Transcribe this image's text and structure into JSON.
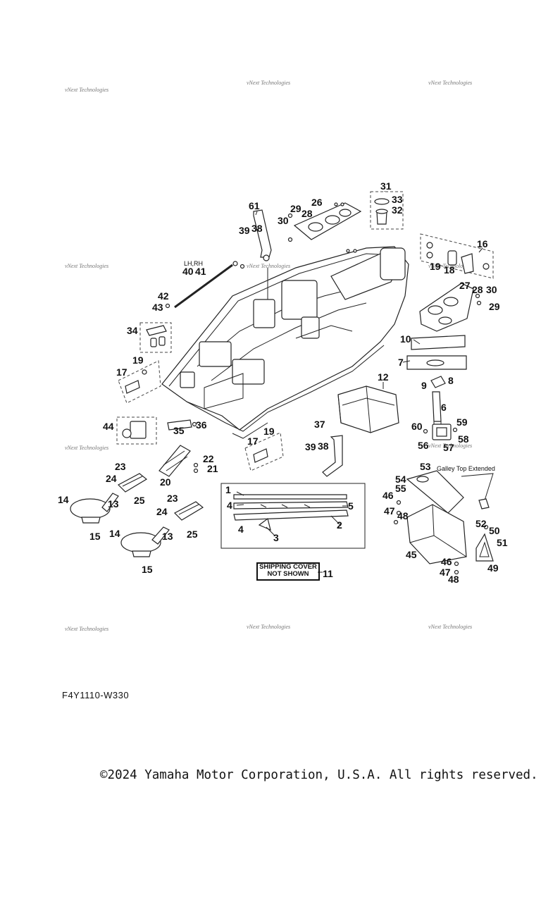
{
  "watermarks": [
    "vNext Technologies",
    "vNext Technologies",
    "vNext Technologies",
    "vNext Technologies",
    "vNext Technologies",
    "vNext Technologies",
    "vNext Technologies",
    "vNext Technologies",
    "vNext Technologies",
    "vNext Technologies",
    "vNext Technologies"
  ],
  "callouts": [
    "1",
    "2",
    "3",
    "4",
    "4",
    "5",
    "6",
    "7",
    "8",
    "9",
    "10",
    "11",
    "12",
    "13",
    "13",
    "14",
    "14",
    "15",
    "15",
    "16",
    "17",
    "17",
    "18",
    "19",
    "19",
    "19",
    "20",
    "21",
    "22",
    "23",
    "23",
    "24",
    "24",
    "25",
    "25",
    "26",
    "27",
    "28",
    "28",
    "29",
    "29",
    "30",
    "30",
    "31",
    "32",
    "33",
    "34",
    "35",
    "36",
    "37",
    "38",
    "38",
    "39",
    "39",
    "40",
    "41",
    "42",
    "43",
    "44",
    "45",
    "46",
    "46",
    "47",
    "47",
    "48",
    "48",
    "49",
    "50",
    "51",
    "52",
    "53",
    "54",
    "55",
    "56",
    "57",
    "58",
    "59",
    "60",
    "61"
  ],
  "labels": {
    "lh_rh": "LH,RH",
    "galley_top": "Galley Top Extended",
    "shipping_cover_line1": "SHIPPING COVER",
    "shipping_cover_line2": "NOT SHOWN"
  },
  "drawing_code": "F4Y1110-W330",
  "copyright": "©2024 Yamaha Motor Corporation, U.S.A. All rights reserved."
}
